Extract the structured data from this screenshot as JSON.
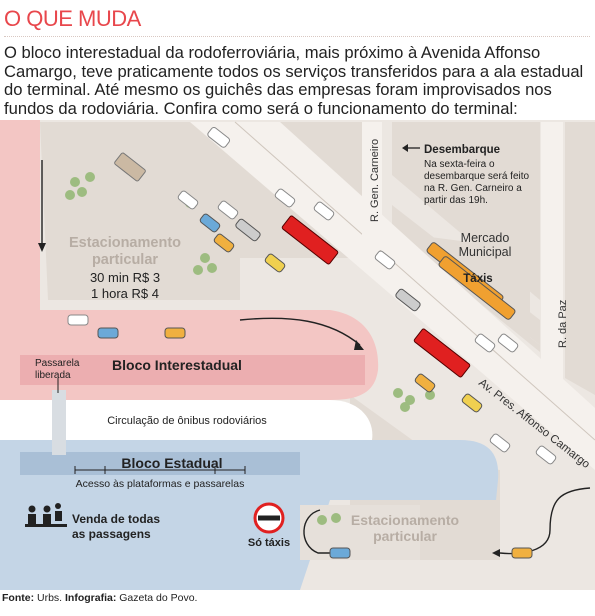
{
  "header": {
    "title": "O QUE MUDA",
    "intro": "O bloco interestadual da rodoferroviária, mais próximo à Avenida Affonso Camargo, teve praticamente todos os serviços transferidos para a ala estadual do terminal. Até mesmo os guichês das empresas foram improvisados nos fundos da rodoviária. Confira como será o funcionamento do terminal:"
  },
  "map": {
    "parking_left": {
      "title_line1": "Estacionamento",
      "title_line2": "particular",
      "price1": "30 min  R$ 3",
      "price2": "1 hora  R$ 4"
    },
    "street_carneiro": "R. Gen. Carneiro",
    "street_paz": "R. da Paz",
    "avenue": "Av. Pres. Affonso Camargo",
    "desembarque": {
      "title": "Desembarque",
      "line1": "Na sexta-feira o",
      "line2": "desembarque será feito",
      "line3": "na R. Gen. Carneiro a",
      "line4": "partir das 19h."
    },
    "mercado_line1": "Mercado",
    "mercado_line2": "Municipal",
    "taxis": "Táxis",
    "passarela_line1": "Passarela",
    "passarela_line2": "liberada",
    "bloco_interestadual": "Bloco Interestadual",
    "circulacao": "Circulação de ônibus rodoviários",
    "bloco_estadual": "Bloco Estadual",
    "acesso": "Acesso às plataformas e passarelas",
    "venda_line1": "Venda de todas",
    "venda_line2": "as passagens",
    "so_taxis": "Só táxis",
    "parking_right_line1": "Estacionamento",
    "parking_right_line2": "particular"
  },
  "footer": {
    "fonte_label": "Fonte:",
    "fonte_value": " Urbs. ",
    "infografia_label": "Infografia:",
    "infografia_value": " Gazeta do Povo."
  },
  "colors": {
    "accent_red": "#e8474c",
    "road": "#ece7e2",
    "block": "#e0d8d2",
    "pink_zone": "#f2c2c2",
    "blue_zone": "#c6d6e6",
    "taxi": "#f0a030",
    "bus": "#e02020"
  }
}
